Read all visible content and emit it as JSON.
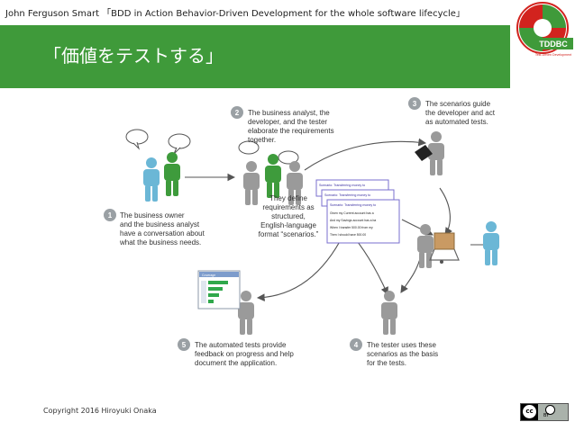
{
  "header": {
    "text": "John Ferguson Smart 「BDD in Action Behavior-Driven Development for the whole software lifecycle」"
  },
  "slide": {
    "title": "「価値をテストする」"
  },
  "logo": {
    "text": "TDDBC",
    "subtext": "Test-Driven Development"
  },
  "diagram": {
    "step1": {
      "num": "1",
      "lines": [
        "The business owner",
        "and the business analyst",
        "have a conversation about",
        "what the business needs."
      ]
    },
    "step2": {
      "num": "2",
      "lines": [
        "The business analyst, the",
        "developer, and the tester",
        "elaborate the requirements",
        "together."
      ]
    },
    "step3": {
      "num": "3",
      "lines": [
        "The scenarios guide",
        "the developer and act",
        "as automated tests."
      ]
    },
    "step4": {
      "num": "4",
      "lines": [
        "The tester uses these",
        "scenarios as the basis",
        "for the tests."
      ]
    },
    "step5": {
      "num": "5",
      "lines": [
        "The automated tests provide",
        "feedback on progress and help",
        "document the application."
      ]
    },
    "center": {
      "lines": [
        "They define",
        "requirements as",
        "structured,",
        "English-language",
        "format “scenarios.”"
      ]
    },
    "scenario_cards": {
      "title": "Scenario: Transferring money to",
      "lines": [
        "Given my Current account has a",
        "And my Savings account has a ba",
        "When I transfer 500.00 from my",
        "Then I should have 500.00"
      ]
    },
    "report": {
      "header": "Coverage",
      "rows": [
        "",
        "",
        "",
        ""
      ]
    }
  },
  "footer": {
    "copyright": "Copyright 2016 Hiroyuki Onaka",
    "license_cc": "cc",
    "license_by": "BY"
  },
  "colors": {
    "title_band": "#3f9a3a",
    "step_circle": "#9aa0a4",
    "person_blue": "#6bb7d6",
    "person_green": "#3e9b3c",
    "person_gray": "#9a9a9a",
    "arrow": "#555555",
    "logo_red": "#d2231e",
    "logo_green": "#3f9a3a"
  }
}
